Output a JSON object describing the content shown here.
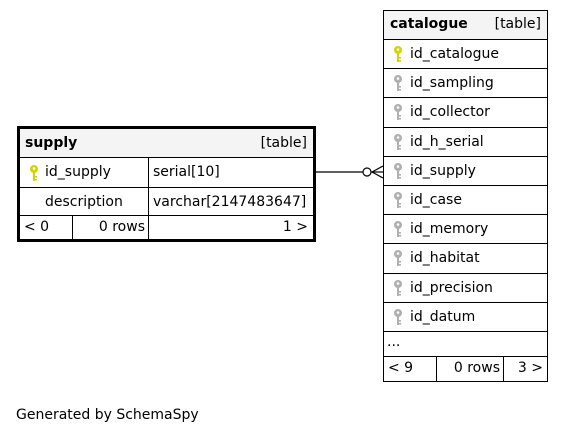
{
  "supply": {
    "name": "supply",
    "type_label": "[table]",
    "columns": [
      {
        "name": "id_supply",
        "type": "serial[10]",
        "key": "primary"
      },
      {
        "name": "description",
        "type": "varchar[2147483647]",
        "key": "none"
      }
    ],
    "footer": {
      "parents": "< 0",
      "rows": "0 rows",
      "children": "1 >"
    }
  },
  "catalogue": {
    "name": "catalogue",
    "type_label": "[table]",
    "columns": [
      {
        "name": "id_catalogue",
        "key": "primary"
      },
      {
        "name": "id_sampling",
        "key": "foreign"
      },
      {
        "name": "id_collector",
        "key": "foreign"
      },
      {
        "name": "id_h_serial",
        "key": "foreign"
      },
      {
        "name": "id_supply",
        "key": "foreign"
      },
      {
        "name": "id_case",
        "key": "foreign"
      },
      {
        "name": "id_memory",
        "key": "foreign"
      },
      {
        "name": "id_habitat",
        "key": "foreign"
      },
      {
        "name": "id_precision",
        "key": "foreign"
      },
      {
        "name": "id_datum",
        "key": "foreign"
      }
    ],
    "more": "...",
    "footer": {
      "parents": "< 9",
      "rows": "0 rows",
      "children": "3 >"
    }
  },
  "colors": {
    "primary_key": "#d4d400",
    "foreign_key": "#b0b0b0",
    "header_bg": "#f4f4f4"
  },
  "footer_text": "Generated by SchemaSpy"
}
